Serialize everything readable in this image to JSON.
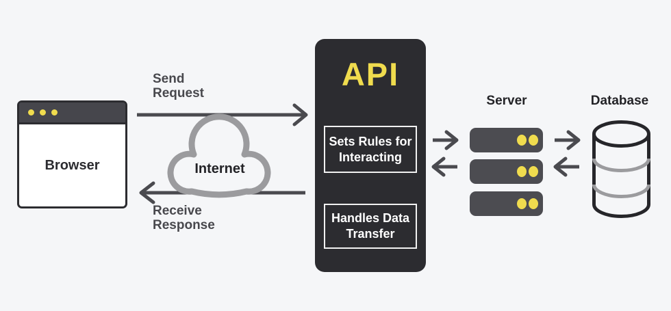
{
  "colors": {
    "background": "#f5f6f8",
    "accent": "#f0dc4e",
    "panel": "#2c2c30",
    "rack": "#4c4c51",
    "arrow": "#4a4a4f",
    "cloud": "#9b9b9e",
    "text_dark": "#232327",
    "text_muted": "#48484d",
    "text_light": "#ffffff"
  },
  "nodes": {
    "browser": {
      "label": "Browser"
    },
    "internet": {
      "label": "Internet"
    },
    "api": {
      "title": "API",
      "functions": [
        {
          "label": "Sets Rules for\nInteracting"
        },
        {
          "label": "Handles Data\nTransfer"
        }
      ]
    },
    "server": {
      "label": "Server"
    },
    "database": {
      "label": "Database"
    }
  },
  "flow": {
    "send": "Send\nRequest",
    "receive": "Receive\nResponse"
  }
}
